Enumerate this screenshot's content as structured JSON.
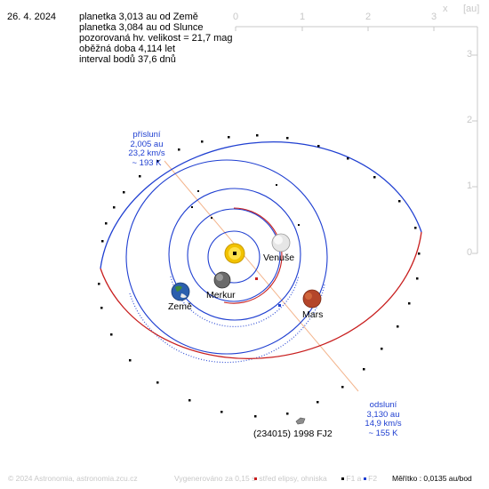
{
  "date": "26. 4. 2024",
  "info": {
    "line1": "planetka 3,013 au od Země",
    "line2": "planetka 3,084 au od Slunce",
    "line3": "pozorovaná hv. velikost = 21,7 mag",
    "line4": "oběžná doba 4,114 let",
    "line5": "interval bodů 37,6 dnů"
  },
  "axes": {
    "x_ticks": [
      "0",
      "1",
      "2",
      "3"
    ],
    "x_label": "x",
    "y_ticks": [
      "3",
      "2",
      "1",
      "0"
    ],
    "unit": "[au]"
  },
  "perihelion": {
    "title": "přísluní",
    "distance": "2,005 au",
    "speed": "23,2 km/s",
    "temp": "~ 193 K"
  },
  "aphelion": {
    "title": "odsluní",
    "distance": "3,130 au",
    "speed": "14,9 km/s",
    "temp": "~ 155 K"
  },
  "bodies": {
    "venus": "Venuše",
    "mercury": "Merkur",
    "earth": "Země",
    "mars": "Mars",
    "asteroid": "(234015) 1998 FJ2"
  },
  "footer": {
    "copyright": "© 2024 Astronomia, astronomia.zcu.cz",
    "generated": "Vygenerováno za 0,15 s",
    "legend_center": "střed elipsy, ohniska",
    "f1": "F1 a",
    "f2": "F2",
    "scale": "Měřítko : 0,0135 au/bod"
  },
  "colors": {
    "planet_orbit": "#1f3fd1",
    "asteroid_orbit_far": "#c81e1e",
    "apsis_line": "#f3b48c",
    "sun": "#f2c200",
    "axis": "#c8c8c8"
  }
}
